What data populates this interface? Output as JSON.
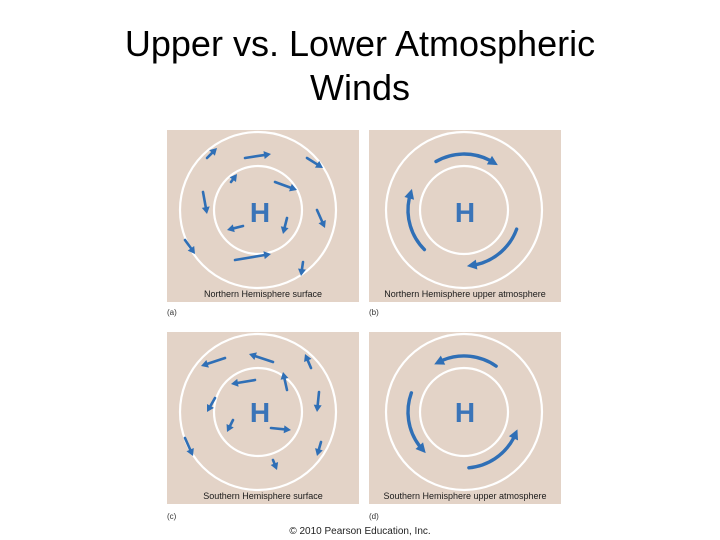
{
  "slide": {
    "title_line1": "Upper vs. Lower Atmospheric",
    "title_line2": "Winds"
  },
  "colors": {
    "panel_bg": "#e3d3c7",
    "ring": "#ffffff",
    "arrow": "#2f6fb6",
    "h_letter": "#3a74b8"
  },
  "panels": [
    {
      "letter": "(a)",
      "caption": "Northern Hemisphere surface",
      "h": "H"
    },
    {
      "letter": "(b)",
      "caption": "Northern Hemisphere upper atmosphere",
      "h": "H"
    },
    {
      "letter": "(c)",
      "caption": "Southern Hemisphere surface",
      "h": "H"
    },
    {
      "letter": "(d)",
      "caption": "Southern Hemisphere upper atmosphere",
      "h": "H"
    }
  ],
  "credit": "© 2010 Pearson Education, Inc."
}
